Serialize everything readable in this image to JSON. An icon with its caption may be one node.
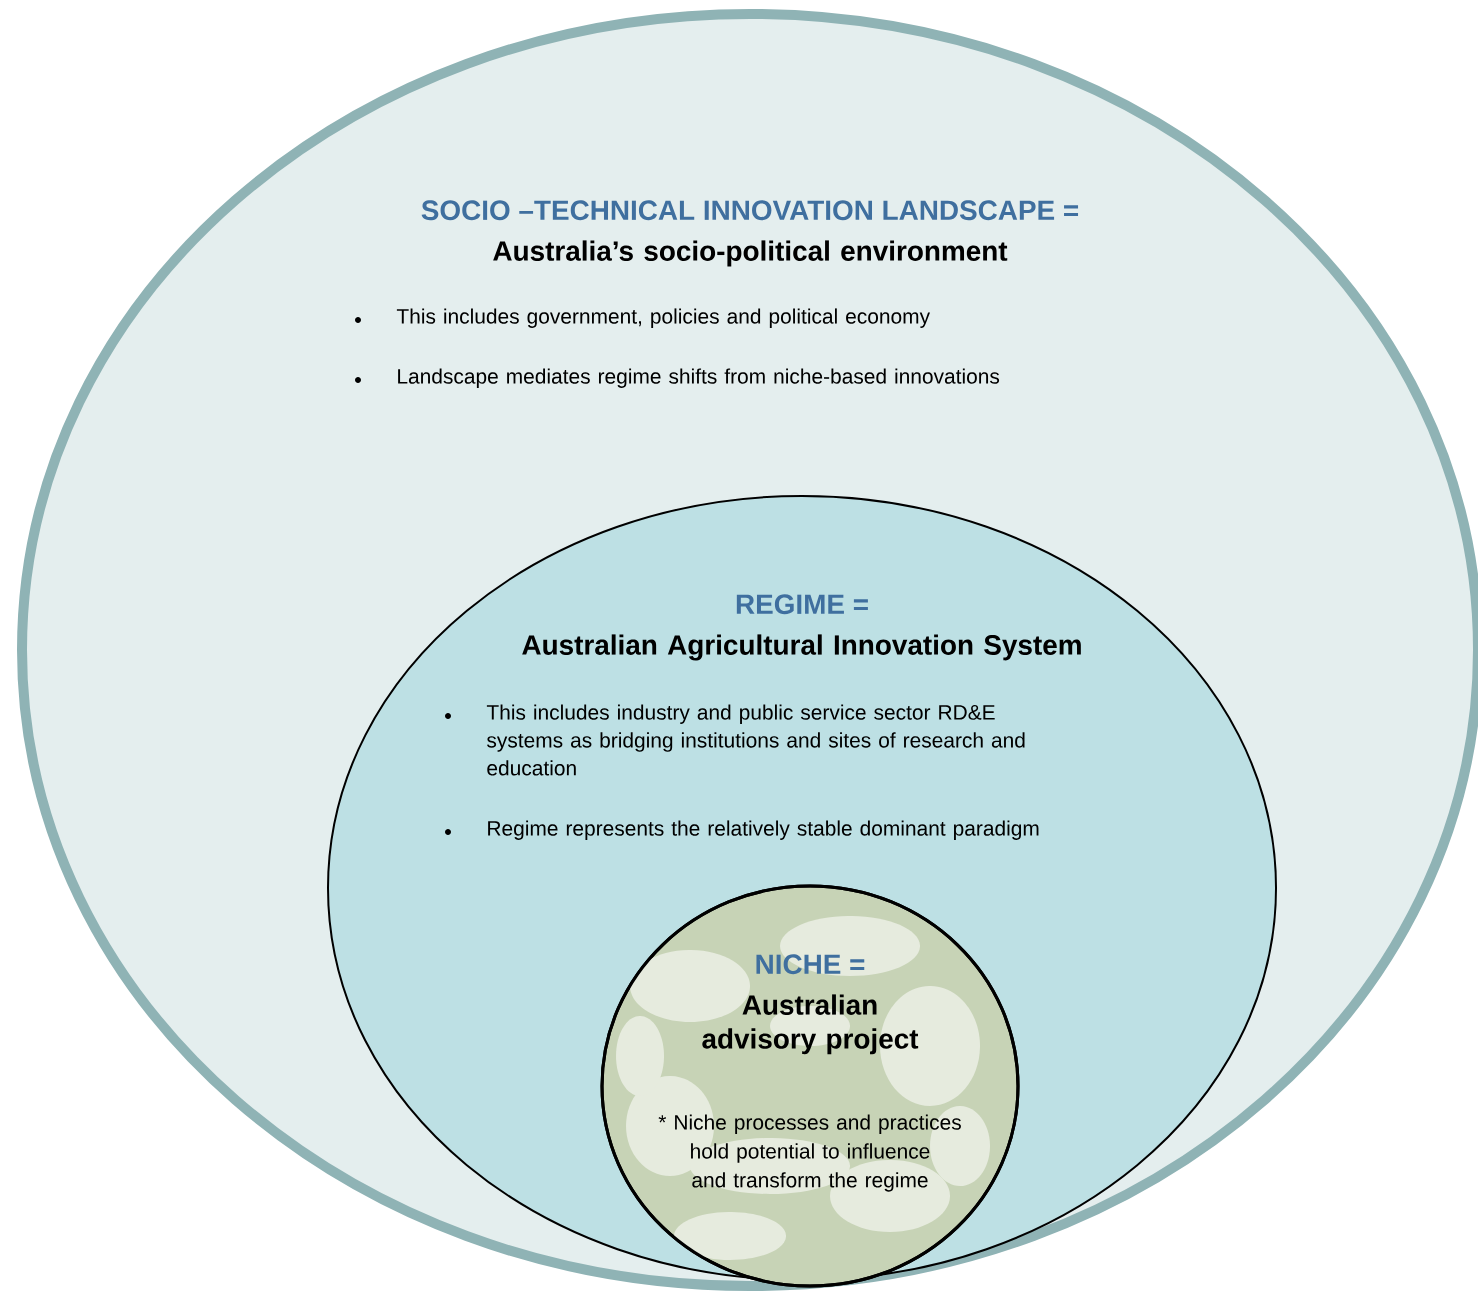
{
  "diagram": {
    "nodes": [
      {
        "text": [
          "SOCIO –TECHNICAL INNOVATION  LANDSCAPE =",
          "Australia’s socio-political environment",
          "This includes government,  policies and political economy",
          "Landscape mediates regime shifts from niche-based innovations"
        ]
      },
      {
        "text": [
          "REGIME =",
          "Australian Agricultural Innovation System",
          "This includes industry and public service sector RD&E systems as bridging institutions and sites of research and education",
          "Regime represents the relatively stable dominant paradigm"
        ],
        "in": 0
      },
      {
        "text": [
          "NICHE =",
          "Australian advisory project",
          "* Niche processes and practices hold potential to influence and transform the regime"
        ],
        "in": 1
      }
    ]
  }
}
